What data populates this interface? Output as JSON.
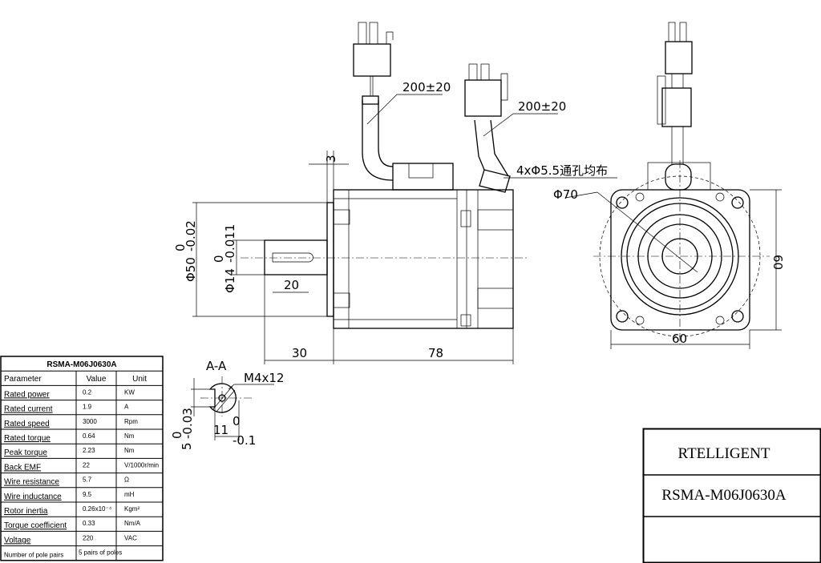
{
  "drawing": {
    "dimensions": {
      "cable_length_1": "200±20",
      "cable_length_2": "200±20",
      "flange_thickness": "3",
      "mount_holes": "4xΦ5.5通孔均布",
      "pcd": "Φ70",
      "pilot_diameter": "Φ50",
      "pilot_tol_upper": "0",
      "pilot_tol_lower": "-0.02",
      "shaft_diameter": "Φ14",
      "shaft_tol_upper": "0",
      "shaft_tol_lower": "-0.011",
      "key_length": "20",
      "shaft_length": "30",
      "body_length": "78",
      "square_height": "60",
      "square_width": "60",
      "section_label": "A-A",
      "thread": "M4x12",
      "key_height": "11",
      "key_height_tol_upper": "0",
      "key_height_tol_lower": "-0.1",
      "key_width": "5",
      "key_width_tol_upper": "0",
      "key_width_tol_lower": "-0.03"
    }
  },
  "spec_table": {
    "title": "RSMA-M06J0630A",
    "headers": [
      "Parameter",
      "Value",
      "Unit"
    ],
    "rows": [
      [
        "Rated power",
        "0.2",
        "KW"
      ],
      [
        "Rated current",
        "1.9",
        "A"
      ],
      [
        "Rated speed",
        "3000",
        "Rpm"
      ],
      [
        "Rated torque",
        "0.64",
        "Nm"
      ],
      [
        "Peak torque",
        "2.23",
        "Nm"
      ],
      [
        "Back EMF",
        "22",
        "V/1000r/min"
      ],
      [
        "Wire resistance",
        "5.7",
        "Ω"
      ],
      [
        "Wire inductance",
        "9.5",
        "mH"
      ],
      [
        "Rotor inertia",
        "0.26x10⁻⁴",
        "Kgm²"
      ],
      [
        "Torque coefficient",
        "0.33",
        "Nm/A"
      ],
      [
        "Voltage",
        "220",
        "VAC"
      ],
      [
        "Number of pole pairs",
        "5 pairs of poles",
        ""
      ]
    ]
  },
  "title_block": {
    "company": "RTELLIGENT",
    "model": "RSMA-M06J0630A",
    "blank": ""
  }
}
